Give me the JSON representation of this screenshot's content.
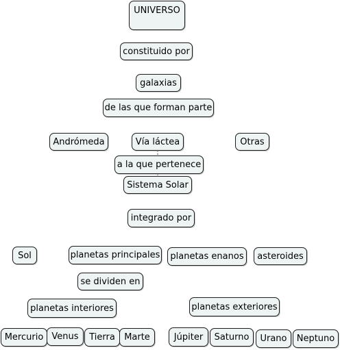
{
  "colors": {
    "node_fill": "#eef4f4",
    "node_border": "#1c1c1c",
    "connector": "#333333"
  },
  "nodes": {
    "universo": "UNIVERSO",
    "constituido_por": "constituido por",
    "galaxias": "galaxias",
    "de_las_que": "de las que forman parte",
    "andromeda": "Andrómeda",
    "via_lactea": "Vía láctea",
    "otras": "Otras",
    "a_la_que": "a la que pertenece",
    "sistema_solar": "Sistema Solar",
    "integrado_por": "integrado por",
    "sol": "Sol",
    "planetas_principales": "planetas principales",
    "planetas_enanos": "planetas enanos",
    "asteroides": "asteroides",
    "se_dividen_en": "se dividen en",
    "planetas_interiores": "planetas interiores",
    "planetas_exteriores": "planetas exteriores",
    "mercurio": "Mercurio",
    "venus": "Venus",
    "tierra": "Tierra",
    "marte": "Marte",
    "jupiter": "Júpiter",
    "saturno": "Saturno",
    "urano": "Urano",
    "neptuno": "Neptuno"
  }
}
